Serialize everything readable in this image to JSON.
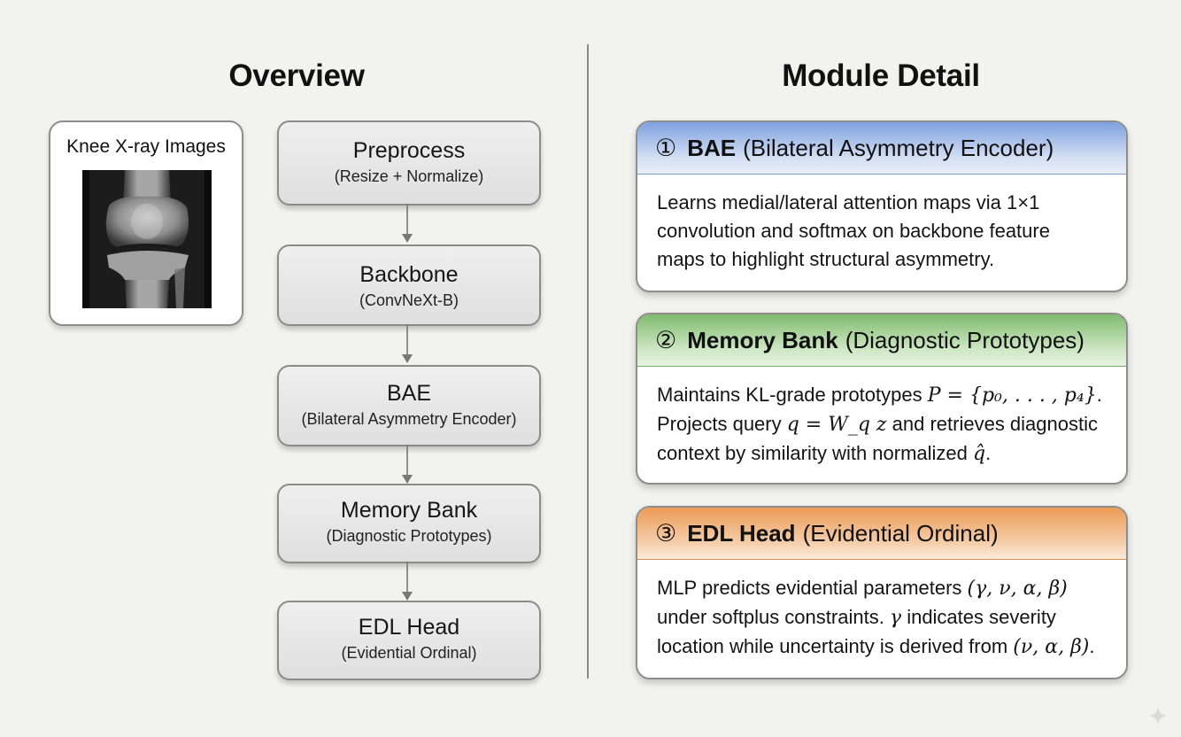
{
  "overview": {
    "title": "Overview",
    "input_label": "Knee X-ray Images",
    "stages": [
      {
        "title": "Preprocess",
        "subtitle": "(Resize + Normalize)"
      },
      {
        "title": "Backbone",
        "subtitle": "(ConvNeXt-B)"
      },
      {
        "title": "BAE",
        "subtitle": "(Bilateral Asymmetry Encoder)"
      },
      {
        "title": "Memory Bank",
        "subtitle": "(Diagnostic Prototypes)"
      },
      {
        "title": "EDL Head",
        "subtitle": "(Evidential Ordinal)"
      }
    ]
  },
  "detail": {
    "title": "Module Detail",
    "modules": [
      {
        "number": "①",
        "name": "BAE",
        "qualifier": "(Bilateral Asymmetry Encoder)",
        "color": "#7ea0df",
        "lines": [
          "Learns medial/lateral attention maps via 1×1",
          "convolution and softmax on backbone feature",
          "maps to highlight structural asymmetry."
        ]
      },
      {
        "number": "②",
        "name": "Memory Bank",
        "qualifier": "(Diagnostic Prototypes)",
        "color": "#7fbb6e",
        "lines": [
          {
            "text": "Maintains KL-grade prototypes ",
            "math": "P = {p₀, . . . , p₄}",
            "tail": "."
          },
          {
            "text": "Projects query ",
            "math": "q = W_q z",
            "tail": " and retrieves diagnostic"
          },
          {
            "text": "context by similarity with normalized ",
            "math": "q̂",
            "tail": "."
          }
        ]
      },
      {
        "number": "③",
        "name": "EDL Head",
        "qualifier": "(Evidential Ordinal)",
        "color": "#ec9b55",
        "lines": [
          {
            "text": "MLP predicts evidential parameters ",
            "math": "(γ, ν, α, β)",
            "tail": ""
          },
          {
            "text": "under softplus constraints. ",
            "math": "γ",
            "tail": " indicates severity"
          },
          {
            "text": "location while uncertainty is derived from ",
            "math": "(ν, α, β)",
            "tail": "."
          }
        ]
      }
    ]
  },
  "colors": {
    "background": "#f2f2ef",
    "stage_fill": "#e6e6e6",
    "border": "#8b8b8b"
  },
  "icons": [
    "sparkle-icon",
    "arrow-down-icon"
  ]
}
